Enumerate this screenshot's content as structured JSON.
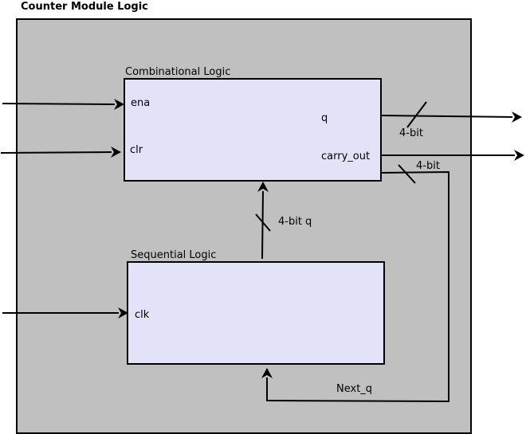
{
  "title": "Counter Module Logic",
  "colors": {
    "module_fill": "#c0c0c0",
    "block_fill": "#e2e2f8",
    "stroke": "#000000"
  },
  "combinational": {
    "label": "Combinational Logic",
    "ports": {
      "ena": "ena",
      "clr": "clr",
      "q": "q",
      "carry_out": "carry_out"
    }
  },
  "sequential": {
    "label": "Sequential Logic",
    "ports": {
      "clk": "clk"
    }
  },
  "bus_labels": {
    "q_out": "4-bit",
    "feedback": "4-bit",
    "q_internal": "4-bit q",
    "next_q": "Next_q"
  }
}
